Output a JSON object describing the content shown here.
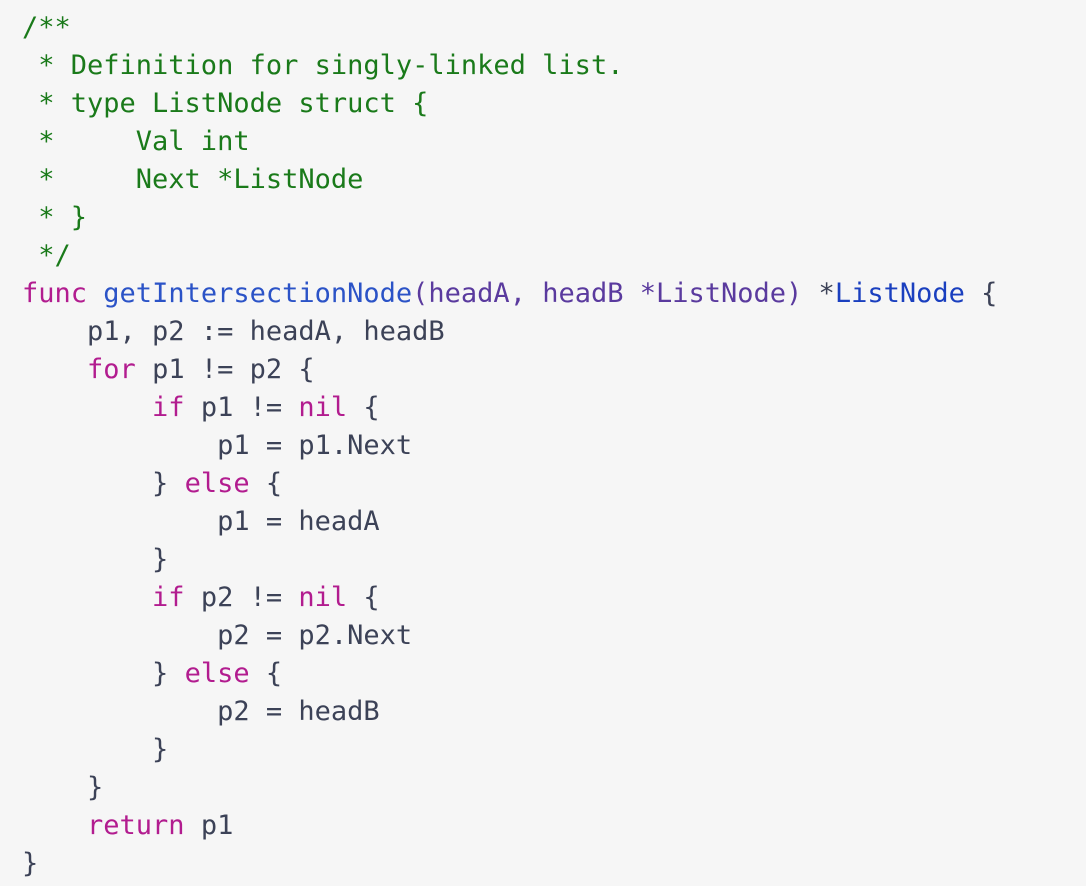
{
  "colors": {
    "background": "#f6f6f6",
    "comment": "#1a7a1a",
    "keyword": "#b21c8f",
    "function_name": "#2b53c7",
    "parameter": "#5a3a9e",
    "type": "#1a3fbf",
    "plain": "#3c4257"
  },
  "lines": [
    [
      {
        "t": "/**",
        "c": "comment"
      }
    ],
    [
      {
        "t": " * Definition for singly-linked list.",
        "c": "comment"
      }
    ],
    [
      {
        "t": " * type ListNode struct {",
        "c": "comment"
      }
    ],
    [
      {
        "t": " *     Val int",
        "c": "comment"
      }
    ],
    [
      {
        "t": " *     Next *ListNode",
        "c": "comment"
      }
    ],
    [
      {
        "t": " * }",
        "c": "comment"
      }
    ],
    [
      {
        "t": " */",
        "c": "comment"
      }
    ],
    [
      {
        "t": "func",
        "c": "keyword"
      },
      {
        "t": " ",
        "c": "plain"
      },
      {
        "t": "getIntersectionNode",
        "c": "func"
      },
      {
        "t": "(headA, headB *ListNode)",
        "c": "param"
      },
      {
        "t": " *",
        "c": "plain"
      },
      {
        "t": "ListNode",
        "c": "type"
      },
      {
        "t": " {",
        "c": "plain"
      }
    ],
    [
      {
        "t": "    p1, p2 := headA, headB",
        "c": "plain"
      }
    ],
    [
      {
        "t": "    ",
        "c": "plain"
      },
      {
        "t": "for",
        "c": "keyword"
      },
      {
        "t": " p1 != p2 {",
        "c": "plain"
      }
    ],
    [
      {
        "t": "        ",
        "c": "plain"
      },
      {
        "t": "if",
        "c": "keyword"
      },
      {
        "t": " p1 != ",
        "c": "plain"
      },
      {
        "t": "nil",
        "c": "keyword"
      },
      {
        "t": " {",
        "c": "plain"
      }
    ],
    [
      {
        "t": "            p1 = p1.Next",
        "c": "plain"
      }
    ],
    [
      {
        "t": "        } ",
        "c": "plain"
      },
      {
        "t": "else",
        "c": "keyword"
      },
      {
        "t": " {",
        "c": "plain"
      }
    ],
    [
      {
        "t": "            p1 = headA",
        "c": "plain"
      }
    ],
    [
      {
        "t": "        }",
        "c": "plain"
      }
    ],
    [
      {
        "t": "        ",
        "c": "plain"
      },
      {
        "t": "if",
        "c": "keyword"
      },
      {
        "t": " p2 != ",
        "c": "plain"
      },
      {
        "t": "nil",
        "c": "keyword"
      },
      {
        "t": " {",
        "c": "plain"
      }
    ],
    [
      {
        "t": "            p2 = p2.Next",
        "c": "plain"
      }
    ],
    [
      {
        "t": "        } ",
        "c": "plain"
      },
      {
        "t": "else",
        "c": "keyword"
      },
      {
        "t": " {",
        "c": "plain"
      }
    ],
    [
      {
        "t": "            p2 = headB",
        "c": "plain"
      }
    ],
    [
      {
        "t": "        }",
        "c": "plain"
      }
    ],
    [
      {
        "t": "    }",
        "c": "plain"
      }
    ],
    [
      {
        "t": "    ",
        "c": "plain"
      },
      {
        "t": "return",
        "c": "keyword"
      },
      {
        "t": " p1",
        "c": "plain"
      }
    ],
    [
      {
        "t": "}",
        "c": "plain"
      }
    ]
  ]
}
